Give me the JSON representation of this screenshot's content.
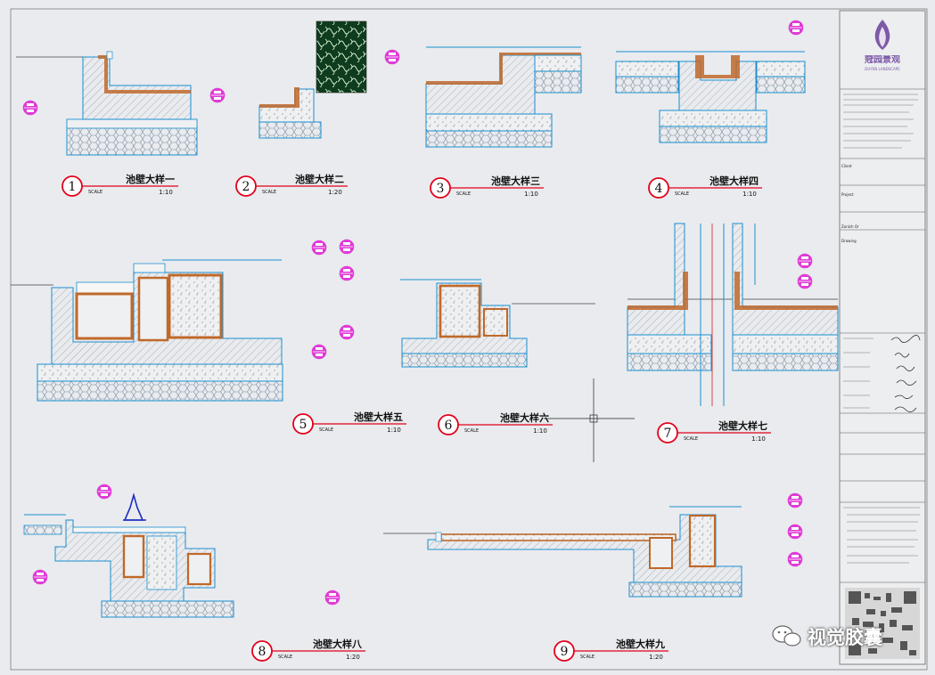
{
  "details": [
    {
      "num": "1",
      "title": "池壁大样一",
      "scale_label": "SCALE",
      "scale": "1:10"
    },
    {
      "num": "2",
      "title": "池壁大样二",
      "scale_label": "SCALE",
      "scale": "1:20"
    },
    {
      "num": "3",
      "title": "池壁大样三",
      "scale_label": "SCALE",
      "scale": "1:10"
    },
    {
      "num": "4",
      "title": "池壁大样四",
      "scale_label": "SCALE",
      "scale": "1:10"
    },
    {
      "num": "5",
      "title": "池壁大样五",
      "scale_label": "SCALE",
      "scale": "1:10"
    },
    {
      "num": "6",
      "title": "池壁大样六",
      "scale_label": "SCALE",
      "scale": "1:10"
    },
    {
      "num": "7",
      "title": "池壁大样七",
      "scale_label": "SCALE",
      "scale": "1:10"
    },
    {
      "num": "8",
      "title": "池壁大样八",
      "scale_label": "SCALE",
      "scale": "1:20"
    },
    {
      "num": "9",
      "title": "池壁大样九",
      "scale_label": "SCALE",
      "scale": "1:20"
    }
  ],
  "title_block": {
    "company_cn": "蒄园景观",
    "company_en": "DUYEN LANDSCAPE",
    "client_label": "Client",
    "project_label": "Project",
    "drawing_label": "Drawing",
    "part_label": "Zonlch Or"
  },
  "watermark": {
    "text": "视觉胶囊"
  },
  "colors": {
    "background": "#e9ebee",
    "outline": "#1a8fd0",
    "finish": "#c0692a",
    "bubble": "#e2001a",
    "tag": "#e03ad6",
    "cad_blue": "#1c2ec2"
  }
}
